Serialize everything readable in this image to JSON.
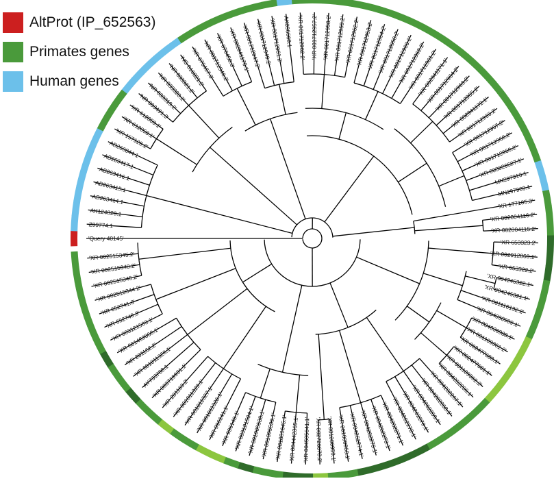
{
  "legend": [
    {
      "label": "AltProt (IP_652563)",
      "color": "#cc1f1f"
    },
    {
      "label": "Primates genes",
      "color": "#4a9a3b"
    },
    {
      "label": "Human genes",
      "color": "#6cc0ea"
    }
  ],
  "colors": {
    "branch": "#000000",
    "label": "#111111",
    "altprot": "#cc1f1f",
    "human": "#6cc0ea",
    "primate": "#4a9a3b",
    "primate_light": "#8cc63f",
    "primate_dark": "#2f6b2a"
  },
  "leaves": [
    {
      "label": "'Query 40145'",
      "group": "altprot"
    },
    {
      "label": "Z99774.1",
      "group": "human"
    },
    {
      "label": "AK124820.1",
      "group": "human"
    },
    {
      "label": "AB263414.1",
      "group": "human"
    },
    {
      "label": "AB263415.1",
      "group": "human"
    },
    {
      "label": "AB263416.1",
      "group": "human"
    },
    {
      "label": "AB263417.1",
      "group": "human"
    },
    {
      "label": "AB266844.1",
      "group": "human"
    },
    {
      "label": "'XR 157128.2'",
      "group": "primate"
    },
    {
      "label": "'XR 612058.1'",
      "group": "primate"
    },
    {
      "label": "'XR 612059.1'",
      "group": "primate"
    },
    {
      "label": "'NR 003491.3'",
      "group": "human"
    },
    {
      "label": "'NR 033319.2'",
      "group": "human"
    },
    {
      "label": "'NR 033320.2'",
      "group": "human"
    },
    {
      "label": "'NR 033321.2'",
      "group": "human"
    },
    {
      "label": "'NG 016821.2'",
      "group": "human"
    },
    {
      "label": "'XR 676457.3'",
      "group": "primate"
    },
    {
      "label": "'XR 001712946.2'",
      "group": "primate"
    },
    {
      "label": "'XR 676458.3'",
      "group": "primate"
    },
    {
      "label": "'XR 002941170.1'",
      "group": "primate"
    },
    {
      "label": "'XR 001712947.2'",
      "group": "primate"
    },
    {
      "label": "'XR 001712949.2'",
      "group": "primate"
    },
    {
      "label": "'XR 001712951.2'",
      "group": "primate"
    },
    {
      "label": "AK096668.1",
      "group": "human"
    },
    {
      "label": "'XR 001712962.2'",
      "group": "primate"
    },
    {
      "label": "'XR 001712957.2'",
      "group": "primate"
    },
    {
      "label": "'XR 001712958.2'",
      "group": "primate"
    },
    {
      "label": "'XR 001712959.2'",
      "group": "primate"
    },
    {
      "label": "'XR 001712952.2'",
      "group": "primate"
    },
    {
      "label": "'XR 001712953.2'",
      "group": "primate"
    },
    {
      "label": "'XR 001712954.2'",
      "group": "primate"
    },
    {
      "label": "'XR 001712956.2'",
      "group": "primate"
    },
    {
      "label": "'XR 001712960.2'",
      "group": "primate"
    },
    {
      "label": "'XR 001712962.2'",
      "group": "primate"
    },
    {
      "label": "'XR 001712961.2'",
      "group": "primate"
    },
    {
      "label": "'XR 002941171.1'",
      "group": "primate"
    },
    {
      "label": "'XR 001712964.2'",
      "group": "primate"
    },
    {
      "label": "'XR 001712963.2'",
      "group": "primate"
    },
    {
      "label": "'XR 001712965.2'",
      "group": "primate"
    },
    {
      "label": "'XR 002941172.1'",
      "group": "primate"
    },
    {
      "label": "'XR 001712966.2'",
      "group": "primate"
    },
    {
      "label": "'XR 001712967.2'",
      "group": "primate"
    },
    {
      "label": "'XR 001712968.2'",
      "group": "primate"
    },
    {
      "label": "'XR 001712969.2'",
      "group": "primate"
    },
    {
      "label": "'XR 003026627.1'",
      "group": "primate"
    },
    {
      "label": "MN297910.1",
      "group": "human"
    },
    {
      "label": "MN297909.1",
      "group": "human"
    },
    {
      "label": "'XR 177105.3'",
      "group": "primate"
    },
    {
      "label": "'XR 002004116.2'",
      "group": "primate"
    },
    {
      "label": "'XR 002004115.2'",
      "group": "primate"
    },
    {
      "label": "'XR 653323.2'",
      "group": "primate_dark"
    },
    {
      "label": "'XR 002912860.1'",
      "group": "primate_dark"
    },
    {
      "label": "'XR 653322.2'",
      "group": "primate_dark"
    },
    {
      "label": "'XR 004245322.1'",
      "group": "primate"
    },
    {
      "label": "'XR 004245321.1'",
      "group": "primate"
    },
    {
      "label": "'XR 001116132.2'",
      "group": "primate"
    },
    {
      "label": "'XR 004030989.1'",
      "group": "primate"
    },
    {
      "label": "'XR 004030988.1'",
      "group": "primate_light"
    },
    {
      "label": "'XR 001109361.2'",
      "group": "primate_light"
    },
    {
      "label": "'XR 002477680.1'",
      "group": "primate_light"
    },
    {
      "label": "'XR 002477681.1'",
      "group": "primate_light"
    },
    {
      "label": "'XR 001109362.2'",
      "group": "primate_light"
    },
    {
      "label": "'XR 004262266.1'",
      "group": "primate"
    },
    {
      "label": "'XR 004262267.1'",
      "group": "primate"
    },
    {
      "label": "'XR 004262268.1'",
      "group": "primate"
    },
    {
      "label": "'XR 004262269.1'",
      "group": "primate"
    },
    {
      "label": "'XR 004262270.1'",
      "group": "primate"
    },
    {
      "label": "'XR 004262272.1'",
      "group": "primate_dark"
    },
    {
      "label": "'XR 004262271.1'",
      "group": "primate_dark"
    },
    {
      "label": "'XR 004262273.1'",
      "group": "primate_dark"
    },
    {
      "label": "'XR 004262275.1'",
      "group": "primate_dark"
    },
    {
      "label": "'XR 004262274.1'",
      "group": "primate_dark"
    },
    {
      "label": "'XR 001000960.1'",
      "group": "primate"
    },
    {
      "label": "'XR 001000959.1'",
      "group": "primate"
    },
    {
      "label": "'XR 002726078.2'",
      "group": "primate_light"
    },
    {
      "label": "'XR 004505641.1'",
      "group": "primate_dark"
    },
    {
      "label": "'XR 004442365.1'",
      "group": "primate_dark"
    },
    {
      "label": "'XR 001881645.1'",
      "group": "primate"
    },
    {
      "label": "'XR 001005539.1'",
      "group": "primate"
    },
    {
      "label": "'XR 001005538.1'",
      "group": "primate_dark"
    },
    {
      "label": "'XR 003121504.1'",
      "group": "primate"
    },
    {
      "label": "'XR 996140.1'",
      "group": "primate_light"
    },
    {
      "label": "'XR 996141.1'",
      "group": "primate_light"
    },
    {
      "label": "'XR 001011326.1'",
      "group": "primate"
    },
    {
      "label": "'XR 001011327.1'",
      "group": "primate"
    },
    {
      "label": "'XR 001011329.1'",
      "group": "primate_light"
    },
    {
      "label": "'XR 281163.2'",
      "group": "primate"
    },
    {
      "label": "'XR 003719931.1'",
      "group": "primate"
    },
    {
      "label": "AY733780.1",
      "group": "primate_dark"
    },
    {
      "label": "'XR 001011328.1'",
      "group": "primate"
    },
    {
      "label": "'XR 281162.2'",
      "group": "primate"
    },
    {
      "label": "'XR 001493860.1'",
      "group": "primate_dark"
    },
    {
      "label": "'XR 003121503.1'",
      "group": "primate"
    },
    {
      "label": "'XR 652740.3'",
      "group": "primate"
    },
    {
      "label": "'XR 652741.3'",
      "group": "primate"
    },
    {
      "label": "'XR 002515344.2'",
      "group": "primate"
    },
    {
      "label": "'XR 002515346.2'",
      "group": "primate"
    },
    {
      "label": "'XR 002515348.2'",
      "group": "primate"
    },
    {
      "label": "'XR 002515345.2'",
      "group": "primate"
    }
  ]
}
